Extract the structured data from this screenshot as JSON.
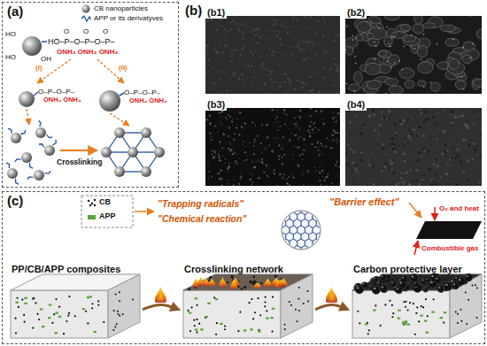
{
  "diagram": {
    "nodes": [
      {
        "text": [
          "(a)"
        ]
      },
      {
        "text": [
          "(b)"
        ]
      },
      {
        "text": [
          "(b1)"
        ],
        "in": 1
      },
      {
        "text": [
          "(b2)"
        ],
        "in": 1
      },
      {
        "text": [
          "(b3)"
        ],
        "in": 1
      },
      {
        "text": [
          "(b4)"
        ],
        "in": 1
      },
      {
        "text": [
          "(c)"
        ]
      },
      {
        "text": [
          "PP/CB/APP composites"
        ],
        "in": 6
      },
      {
        "text": [
          "Crosslinking network"
        ],
        "in": 6
      },
      {
        "text": [
          "Carbon protective layer"
        ],
        "in": 6
      }
    ],
    "edges": [
      {
        "from": 7,
        "to": 8,
        "arrow": "to"
      },
      {
        "from": 8,
        "to": 9,
        "arrow": "to"
      }
    ],
    "labels": [
      "HO",
      "HO",
      "OH",
      "O O O",
      "HO–P–O–P–O–P–",
      "ONH₄ ONH₄ ONH₄",
      "(I)",
      "(II)",
      "O–P–O–P–",
      "ONH₄ ONH₄",
      "O–P–O–P–",
      "ONH₄ ONH₄",
      "Crosslinking",
      "\"Trapping radicals\"",
      "\"Chemical reaction\"",
      "\"Barrier effect\"",
      "O₂ and heat",
      "Combustible gas"
    ],
    "legend": [
      {
        "text": "CB nanoparticles"
      },
      {
        "text": "APP or its derivatyves"
      },
      {
        "text": "CB"
      },
      {
        "text": "APP"
      }
    ]
  }
}
